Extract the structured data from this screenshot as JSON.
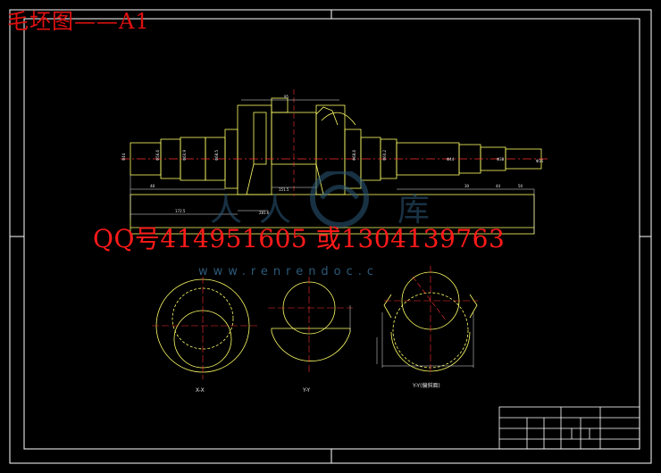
{
  "drawing": {
    "title": "毛坯图——A1",
    "contact": "QQ号414951605 或1304139763",
    "website": "www.renrendoc.c",
    "section_labels": [
      "X-X",
      "Y-Y",
      "Y-Y(偏斜面)"
    ]
  },
  "colors": {
    "background": "#000000",
    "frame": "#ffffff",
    "outline": "#ffff66",
    "centerline": "#ff3030",
    "dimension": "#e8e8e8",
    "title_red": "#e01010",
    "watermark_blue": "#2c5a7a"
  }
}
